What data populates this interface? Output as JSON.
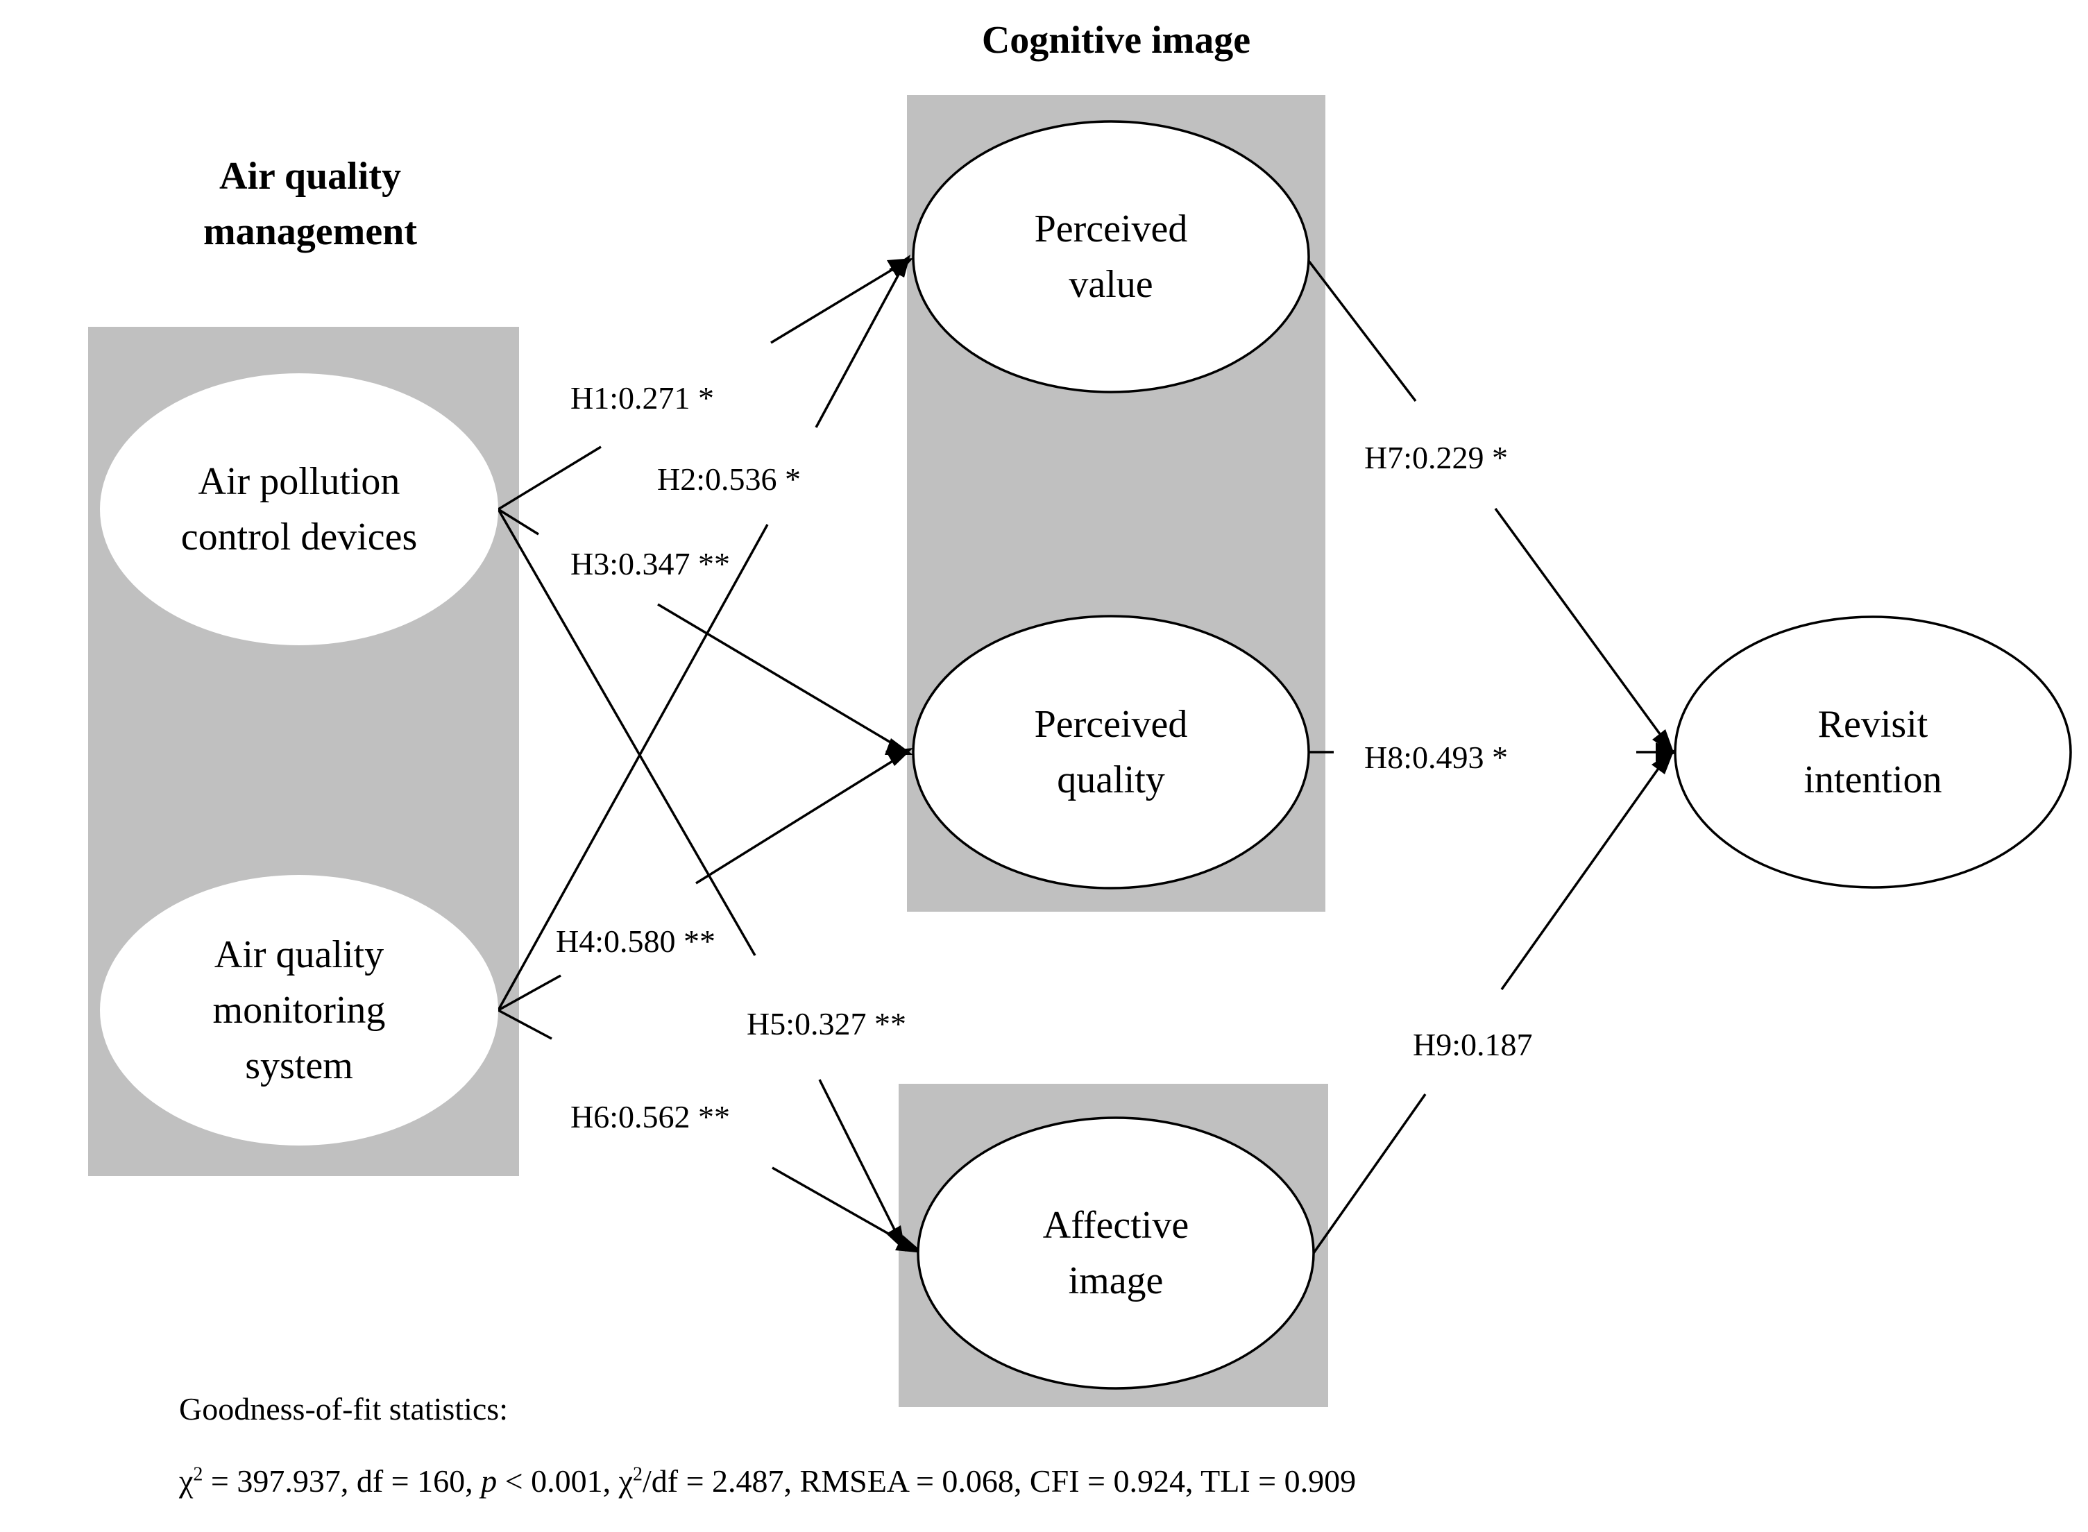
{
  "groups": {
    "air_quality_management": "Air quality\nmanagement",
    "cognitive_image": "Cognitive image"
  },
  "nodes": {
    "air_pollution_control_devices": "Air pollution\ncontrol devices",
    "air_quality_monitoring_system": "Air quality\nmonitoring\nsystem",
    "perceived_value": "Perceived\nvalue",
    "perceived_quality": "Perceived\nquality",
    "affective_image": "Affective\nimage",
    "revisit_intention": "Revisit\nintention"
  },
  "paths": [
    {
      "from": "Air pollution control devices",
      "to": "Perceived value",
      "label": "H1:0.271 *"
    },
    {
      "from": "Air quality monitoring system",
      "to": "Perceived value",
      "label": "H2:0.536 *"
    },
    {
      "from": "Air pollution control devices",
      "to": "Perceived quality",
      "label": "H3:0.347 **"
    },
    {
      "from": "Air quality monitoring system",
      "to": "Perceived quality",
      "label": "H4:0.580 **"
    },
    {
      "from": "Air pollution control devices",
      "to": "Affective image",
      "label": "H5:0.327 **"
    },
    {
      "from": "Air quality monitoring system",
      "to": "Affective image",
      "label": "H6:0.562 **"
    },
    {
      "from": "Perceived value",
      "to": "Revisit intention",
      "label": "H7:0.229 *"
    },
    {
      "from": "Perceived quality",
      "to": "Revisit intention",
      "label": "H8:0.493 *"
    },
    {
      "from": "Affective image",
      "to": "Revisit intention",
      "label": "H9:0.187"
    }
  ],
  "fit": {
    "title": "Goodness-of-fit statistics:",
    "chi2_symbol": "χ",
    "chi2_exp": "2",
    "chi2_value": " = 397.937, df = 160, ",
    "p_symbol": "p",
    "p_value": " < 0.001, ",
    "ratio_symbol": "χ",
    "ratio_exp": "2",
    "ratio_value": "/df = 2.487, RMSEA = 0.068, CFI = 0.924, TLI = 0.909"
  },
  "colors": {
    "panel": "#c0c0c0",
    "ellipse_fill": "#ffffff",
    "line": "#000000"
  }
}
